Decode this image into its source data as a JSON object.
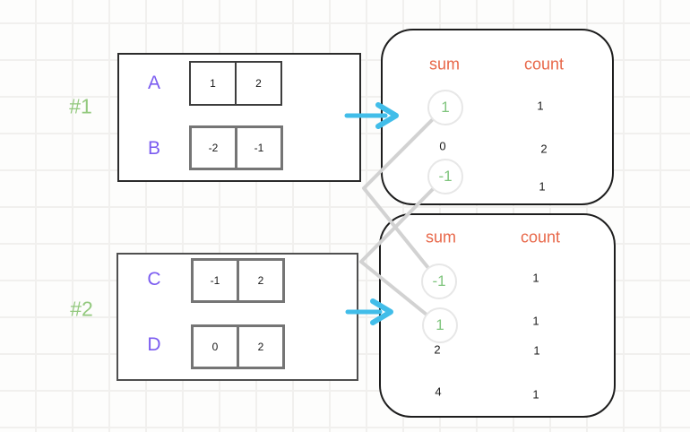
{
  "colors": {
    "purple": "#7b5cf0",
    "green-label": "#93c97e",
    "green-num": "#80c57e",
    "orange": "#e8684a",
    "cyan": "#41bde9",
    "connector": "#d2d2d2",
    "box-dark": "#2b2b2b",
    "box-gray": "#4f4f4f",
    "cell-dark": "#3d3d3d",
    "cell-gray": "#757575",
    "circle-ring": "#e7e7e7"
  },
  "examples": [
    {
      "id": "#1",
      "rows": [
        {
          "label": "A",
          "cells": [
            "1",
            "2"
          ]
        },
        {
          "label": "B",
          "cells": [
            "-2",
            "-1"
          ]
        }
      ]
    },
    {
      "id": "#2",
      "rows": [
        {
          "label": "C",
          "cells": [
            "-1",
            "2"
          ]
        },
        {
          "label": "D",
          "cells": [
            "0",
            "2"
          ]
        }
      ]
    }
  ],
  "results": [
    {
      "sum_header": "sum",
      "count_header": "count",
      "rows": [
        {
          "sum": "1",
          "count": "1"
        },
        {
          "sum": "0",
          "count": "2"
        },
        {
          "sum": "-1",
          "count": "1"
        }
      ]
    },
    {
      "sum_header": "sum",
      "count_header": "count",
      "rows": [
        {
          "sum": "-1",
          "count": "1"
        },
        {
          "sum": "1",
          "count": "1"
        },
        {
          "sum": "2",
          "count": "1"
        },
        {
          "sum": "4",
          "count": "1"
        }
      ]
    }
  ]
}
